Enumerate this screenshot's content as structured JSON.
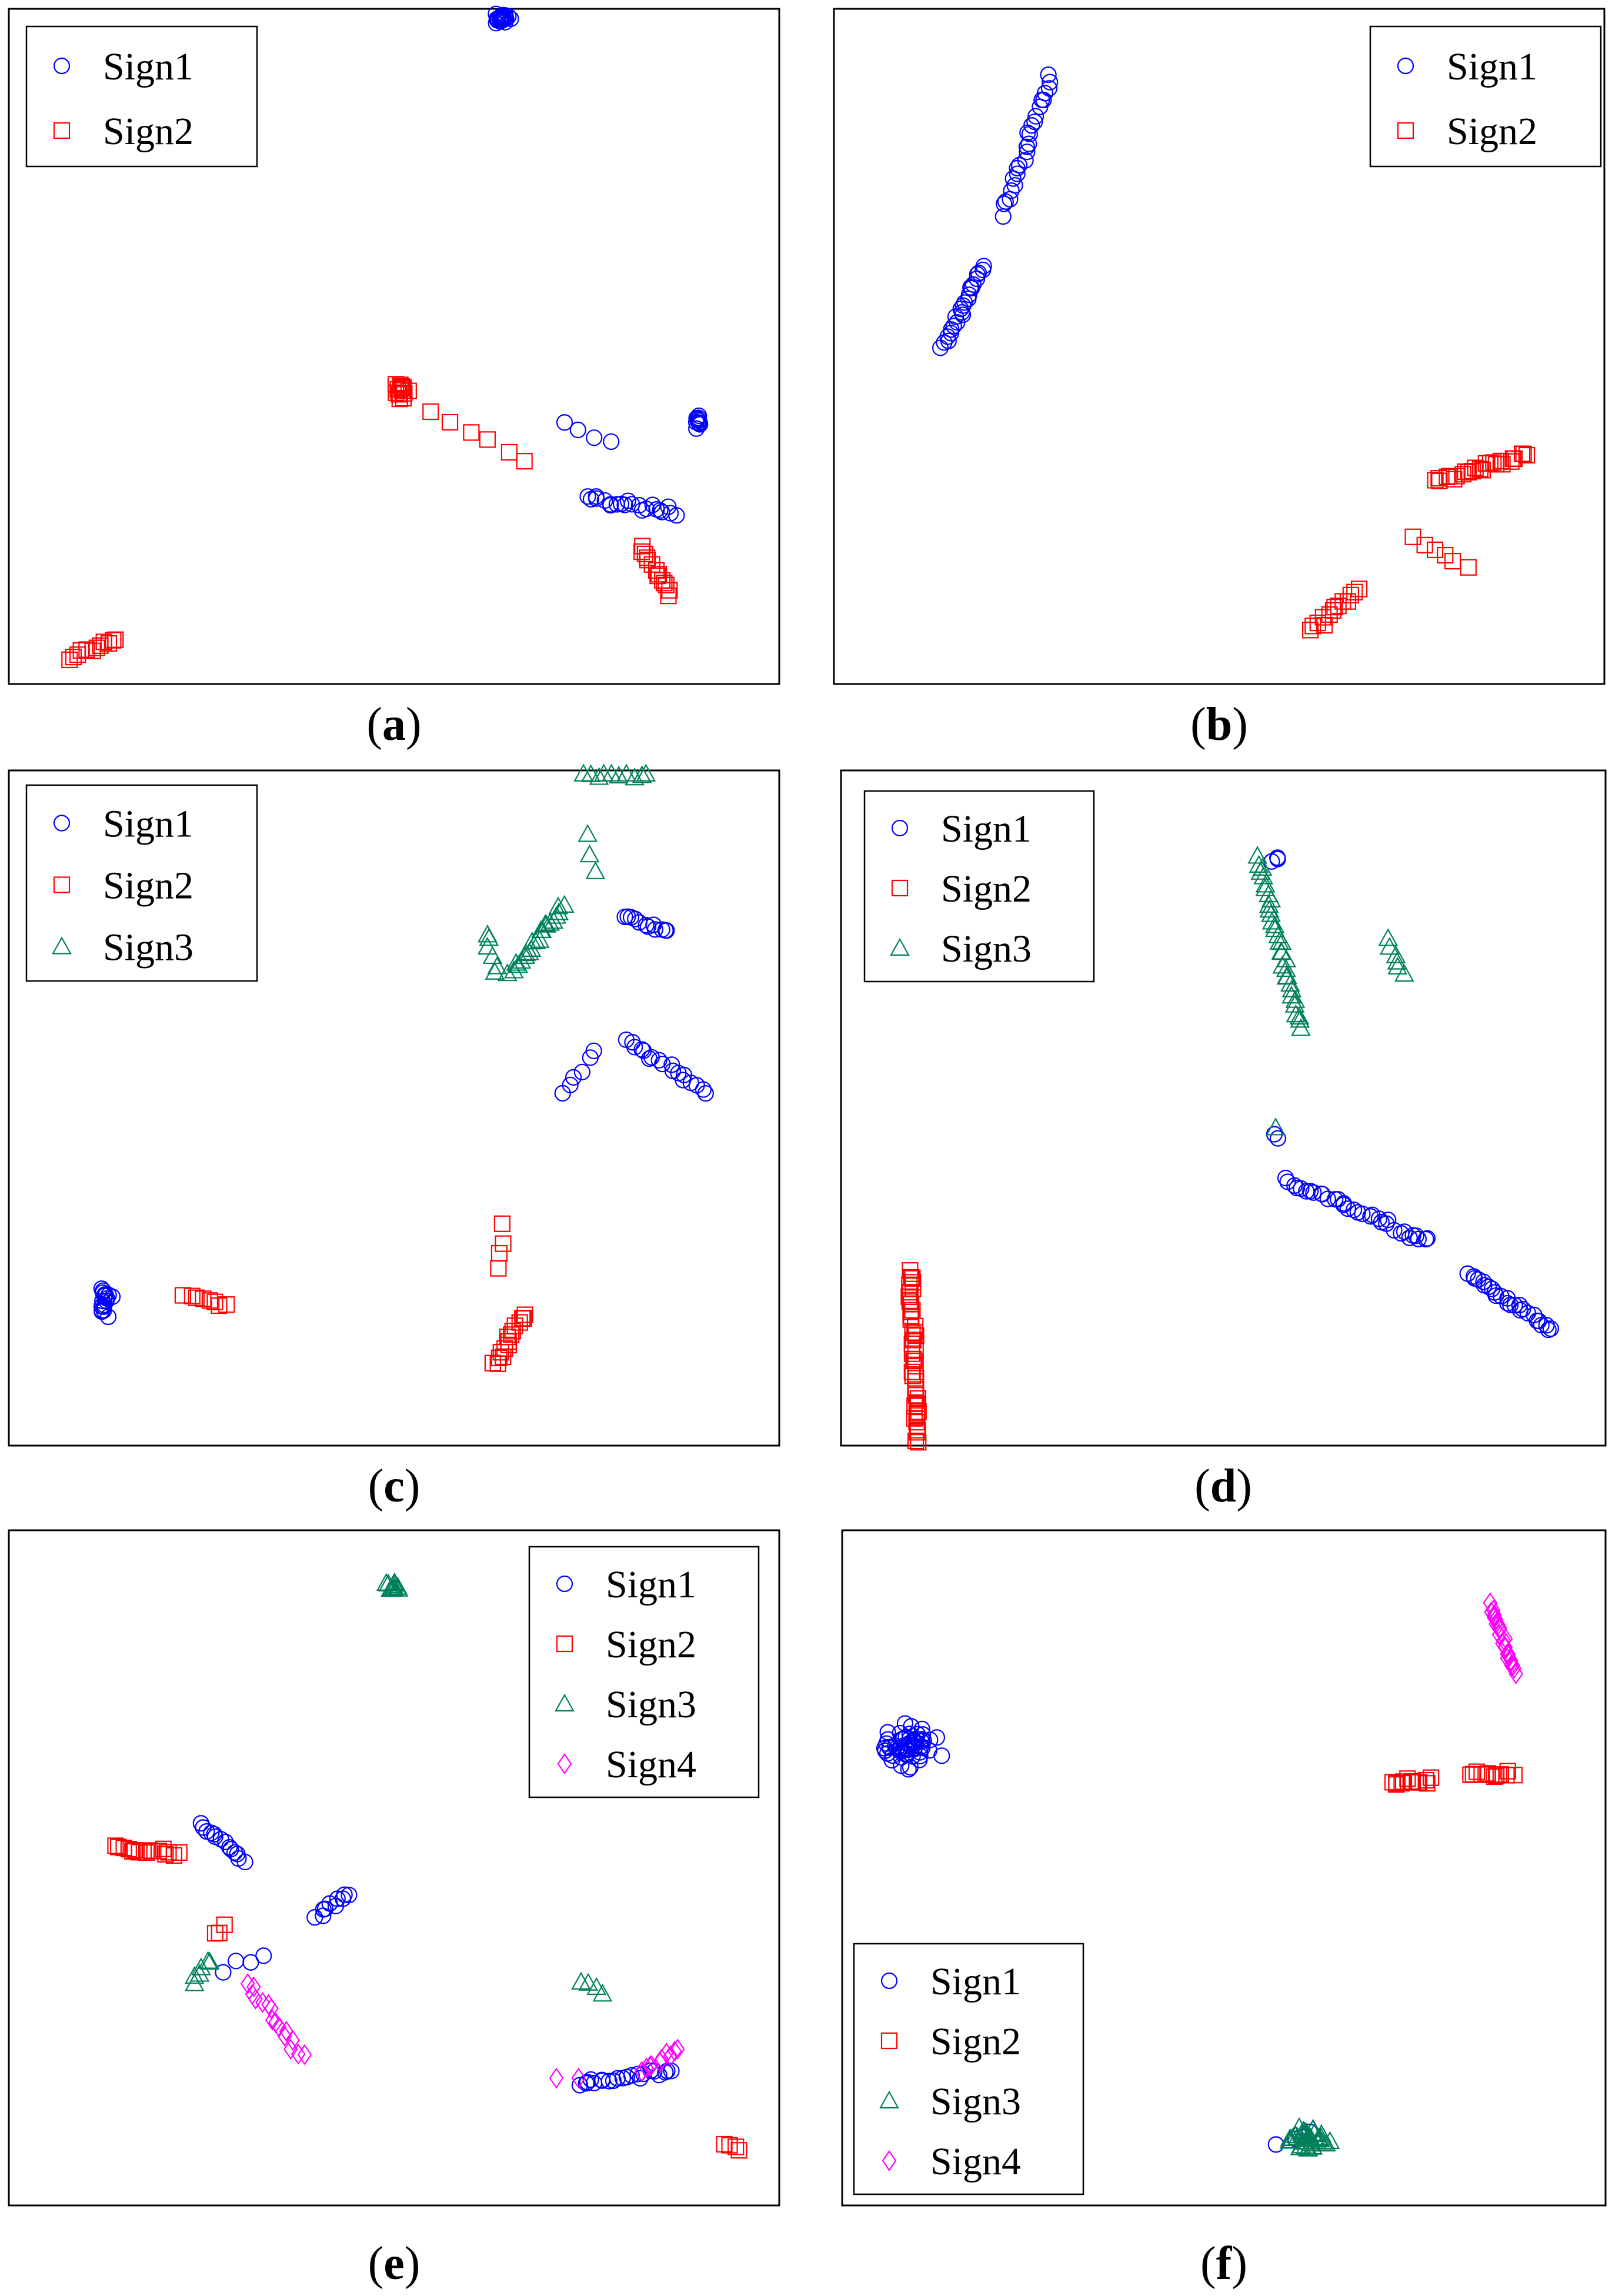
{
  "colors": {
    "Sign1": "#0000ff",
    "Sign2": "#ff0000",
    "Sign3": "#00805a",
    "Sign4": "#ff00ff"
  },
  "markers": {
    "Sign1": "circle",
    "Sign2": "square",
    "Sign3": "triangle",
    "Sign4": "diamond"
  },
  "chart_data": [
    {
      "type": "scatter",
      "label": "a",
      "legend_position": "top-left",
      "xlim": [
        0,
        1
      ],
      "ylim": [
        0,
        1
      ],
      "axes": "none",
      "grid": false,
      "series": [
        {
          "name": "Sign1",
          "clusters": [
            {
              "cx": 0.64,
              "cy": 0.985,
              "sx": 0.025,
              "sy": 0.01,
              "n": 24
            },
            {
              "cx": 0.895,
              "cy": 0.39,
              "sx": 0.007,
              "sy": 0.02,
              "n": 10
            },
            {
              "x0": 0.72,
              "y0": 0.385,
              "x1": 0.78,
              "y1": 0.355,
              "n": 4
            },
            {
              "x0": 0.75,
              "y0": 0.275,
              "x1": 0.865,
              "y1": 0.255,
              "n": 22
            }
          ]
        },
        {
          "name": "Sign2",
          "clusters": [
            {
              "cx": 0.51,
              "cy": 0.435,
              "sx": 0.01,
              "sy": 0.02,
              "n": 14
            },
            {
              "x0": 0.55,
              "y0": 0.405,
              "x1": 0.67,
              "y1": 0.33,
              "n": 6
            },
            {
              "x0": 0.82,
              "y0": 0.205,
              "x1": 0.86,
              "y1": 0.13,
              "n": 14
            },
            {
              "x0": 0.08,
              "y0": 0.035,
              "x1": 0.14,
              "y1": 0.065,
              "n": 12
            }
          ]
        }
      ]
    },
    {
      "type": "scatter",
      "label": "b",
      "legend_position": "top-right",
      "xlim": [
        0,
        1
      ],
      "ylim": [
        0,
        1
      ],
      "axes": "none",
      "grid": false,
      "series": [
        {
          "name": "Sign1",
          "clusters": [
            {
              "x0": 0.14,
              "y0": 0.5,
              "x1": 0.195,
              "y1": 0.62,
              "n": 24
            },
            {
              "x0": 0.22,
              "y0": 0.7,
              "x1": 0.28,
              "y1": 0.9,
              "n": 26
            }
          ]
        },
        {
          "name": "Sign2",
          "clusters": [
            {
              "x0": 0.78,
              "y0": 0.3,
              "x1": 0.9,
              "y1": 0.34,
              "n": 26
            },
            {
              "x0": 0.75,
              "y0": 0.22,
              "x1": 0.82,
              "y1": 0.17,
              "n": 6
            },
            {
              "x0": 0.62,
              "y0": 0.08,
              "x1": 0.68,
              "y1": 0.14,
              "n": 14
            }
          ]
        }
      ]
    },
    {
      "type": "scatter",
      "label": "c",
      "legend_position": "top-left",
      "xlim": [
        0,
        1
      ],
      "ylim": [
        0,
        1
      ],
      "axes": "none",
      "grid": false,
      "series": [
        {
          "name": "Sign1",
          "clusters": [
            {
              "cx": 0.125,
              "cy": 0.215,
              "sx": 0.012,
              "sy": 0.03,
              "n": 18
            },
            {
              "x0": 0.8,
              "y0": 0.785,
              "x1": 0.855,
              "y1": 0.76,
              "n": 12
            },
            {
              "x0": 0.8,
              "y0": 0.6,
              "x1": 0.905,
              "y1": 0.525,
              "n": 18
            },
            {
              "x0": 0.72,
              "y0": 0.52,
              "x1": 0.76,
              "y1": 0.585,
              "n": 6
            }
          ]
        },
        {
          "name": "Sign2",
          "clusters": [
            {
              "x0": 0.23,
              "y0": 0.225,
              "x1": 0.285,
              "y1": 0.205,
              "n": 8
            },
            {
              "x0": 0.64,
              "y0": 0.325,
              "x1": 0.635,
              "y1": 0.26,
              "n": 4
            },
            {
              "x0": 0.63,
              "y0": 0.12,
              "x1": 0.67,
              "y1": 0.195,
              "n": 16
            }
          ]
        },
        {
          "name": "Sign3",
          "clusters": [
            {
              "x0": 0.745,
              "y0": 0.995,
              "x1": 0.83,
              "y1": 0.995,
              "n": 10
            },
            {
              "x0": 0.76,
              "y0": 0.85,
              "x1": 0.755,
              "y1": 0.905,
              "n": 3
            },
            {
              "x0": 0.65,
              "y0": 0.7,
              "x1": 0.72,
              "y1": 0.8,
              "n": 22
            },
            {
              "x0": 0.62,
              "y0": 0.76,
              "x1": 0.635,
              "y1": 0.7,
              "n": 6
            }
          ]
        }
      ]
    },
    {
      "type": "scatter",
      "label": "d",
      "legend_position": "top-left",
      "xlim": [
        0,
        1
      ],
      "ylim": [
        0,
        1
      ],
      "axes": "none",
      "grid": false,
      "series": [
        {
          "name": "Sign1",
          "clusters": [
            {
              "x0": 0.565,
              "y0": 0.865,
              "x1": 0.575,
              "y1": 0.865,
              "n": 3
            },
            {
              "x0": 0.565,
              "y0": 0.46,
              "x1": 0.57,
              "y1": 0.455,
              "n": 2
            },
            {
              "x0": 0.58,
              "y0": 0.395,
              "x1": 0.77,
              "y1": 0.3,
              "n": 34
            },
            {
              "x0": 0.82,
              "y0": 0.255,
              "x1": 0.93,
              "y1": 0.17,
              "n": 26
            }
          ]
        },
        {
          "name": "Sign2",
          "clusters": [
            {
              "x0": 0.09,
              "y0": 0.26,
              "x1": 0.1,
              "y1": 0.005,
              "n": 44
            }
          ]
        },
        {
          "name": "Sign3",
          "clusters": [
            {
              "x0": 0.545,
              "y0": 0.87,
              "x1": 0.6,
              "y1": 0.62,
              "n": 34
            },
            {
              "x0": 0.715,
              "y0": 0.75,
              "x1": 0.735,
              "y1": 0.7,
              "n": 6
            },
            {
              "x0": 0.57,
              "y0": 0.475,
              "x1": 0.575,
              "y1": 0.475,
              "n": 1
            }
          ]
        }
      ]
    },
    {
      "type": "scatter",
      "label": "e",
      "legend_position": "top-right",
      "xlim": [
        0,
        1
      ],
      "ylim": [
        0,
        1
      ],
      "axes": "none",
      "grid": false,
      "series": [
        {
          "name": "Sign1",
          "clusters": [
            {
              "x0": 0.25,
              "y0": 0.565,
              "x1": 0.305,
              "y1": 0.51,
              "n": 14
            },
            {
              "x0": 0.4,
              "y0": 0.43,
              "x1": 0.44,
              "y1": 0.46,
              "n": 10
            },
            {
              "x0": 0.28,
              "y0": 0.35,
              "x1": 0.33,
              "y1": 0.37,
              "n": 4
            },
            {
              "x0": 0.74,
              "y0": 0.18,
              "x1": 0.86,
              "y1": 0.2,
              "n": 22
            }
          ]
        },
        {
          "name": "Sign2",
          "clusters": [
            {
              "x0": 0.14,
              "y0": 0.53,
              "x1": 0.22,
              "y1": 0.52,
              "n": 16
            },
            {
              "x0": 0.27,
              "y0": 0.4,
              "x1": 0.28,
              "y1": 0.41,
              "n": 3
            },
            {
              "x0": 0.93,
              "y0": 0.09,
              "x1": 0.95,
              "y1": 0.085,
              "n": 4
            }
          ]
        },
        {
          "name": "Sign3",
          "clusters": [
            {
              "cx": 0.5,
              "cy": 0.915,
              "sx": 0.012,
              "sy": 0.012,
              "n": 12
            },
            {
              "x0": 0.24,
              "y0": 0.33,
              "x1": 0.26,
              "y1": 0.365,
              "n": 6
            },
            {
              "x0": 0.74,
              "y0": 0.335,
              "x1": 0.77,
              "y1": 0.315,
              "n": 4
            }
          ]
        },
        {
          "name": "Sign4",
          "clusters": [
            {
              "x0": 0.31,
              "y0": 0.33,
              "x1": 0.38,
              "y1": 0.22,
              "n": 16
            },
            {
              "x0": 0.71,
              "y0": 0.19,
              "x1": 0.74,
              "y1": 0.19,
              "n": 2
            },
            {
              "x0": 0.82,
              "y0": 0.2,
              "x1": 0.87,
              "y1": 0.23,
              "n": 10
            }
          ]
        }
      ]
    },
    {
      "type": "scatter",
      "label": "f",
      "legend_position": "bottom-left",
      "xlim": [
        0,
        1
      ],
      "ylim": [
        0,
        1
      ],
      "axes": "none",
      "grid": false,
      "series": [
        {
          "name": "Sign1",
          "clusters": [
            {
              "cx": 0.09,
              "cy": 0.68,
              "sx": 0.05,
              "sy": 0.04,
              "n": 60
            },
            {
              "x0": 0.57,
              "y0": 0.09,
              "x1": 0.61,
              "y1": 0.11,
              "n": 3
            }
          ]
        },
        {
          "name": "Sign2",
          "clusters": [
            {
              "x0": 0.72,
              "y0": 0.625,
              "x1": 0.77,
              "y1": 0.63,
              "n": 14
            },
            {
              "x0": 0.82,
              "y0": 0.64,
              "x1": 0.88,
              "y1": 0.64,
              "n": 12
            }
          ]
        },
        {
          "name": "Sign3",
          "clusters": [
            {
              "cx": 0.61,
              "cy": 0.1,
              "sx": 0.035,
              "sy": 0.025,
              "n": 40
            }
          ]
        },
        {
          "name": "Sign4",
          "clusters": [
            {
              "x0": 0.85,
              "y0": 0.89,
              "x1": 0.88,
              "y1": 0.79,
              "n": 24
            }
          ]
        }
      ]
    }
  ]
}
